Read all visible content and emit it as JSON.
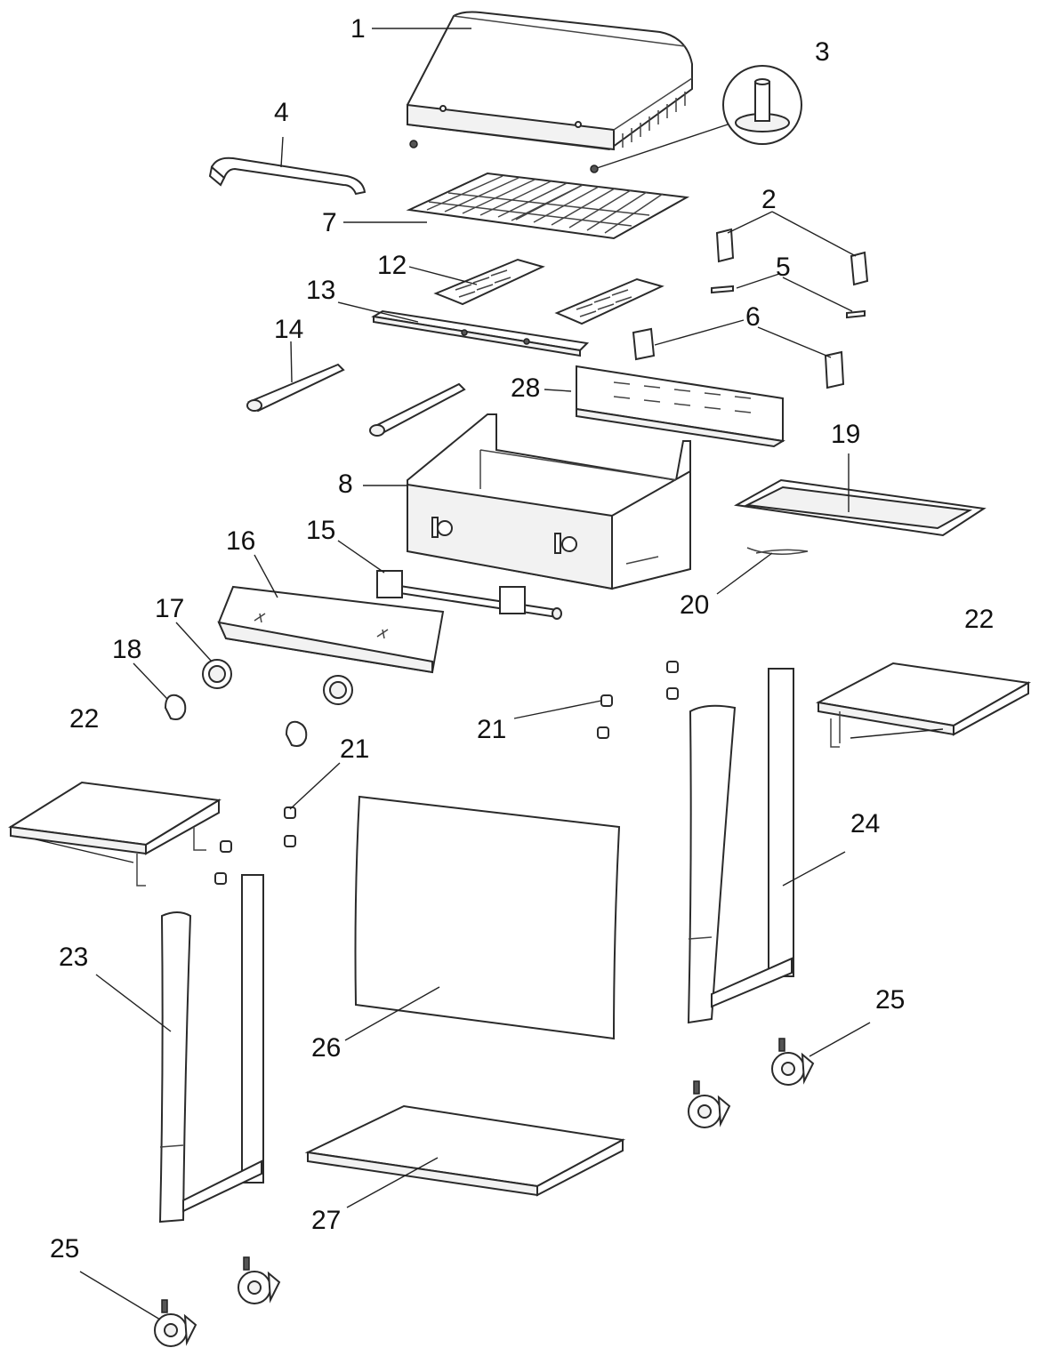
{
  "labels": {
    "p1": "1",
    "p2": "2",
    "p3": "3",
    "p4": "4",
    "p5": "5",
    "p6": "6",
    "p7": "7",
    "p8": "8",
    "p12": "12",
    "p13": "13",
    "p14": "14",
    "p15": "15",
    "p16": "16",
    "p17": "17",
    "p18": "18",
    "p19": "19",
    "p20": "20",
    "p21a": "21",
    "p21b": "21",
    "p22a": "22",
    "p22b": "22",
    "p23": "23",
    "p24": "24",
    "p25a": "25",
    "p25b": "25",
    "p26": "26",
    "p27": "27",
    "p28": "28"
  },
  "colors": {
    "line": "#2a2a2a",
    "text": "#111111",
    "fill": "#ffffff"
  }
}
